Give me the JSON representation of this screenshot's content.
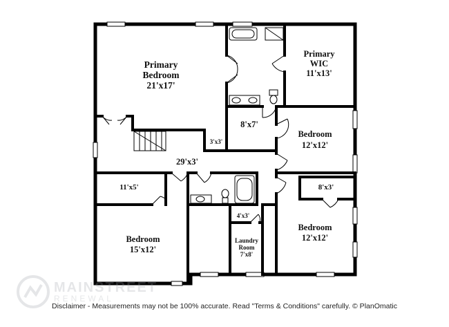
{
  "rooms": {
    "primary_bedroom": {
      "name_line1": "Primary",
      "name_line2": "Bedroom",
      "size": "21'x17'"
    },
    "primary_wic": {
      "name_line1": "Primary",
      "name_line2": "WIC",
      "size": "11'x13'"
    },
    "bath_closet": {
      "size": "8'x7'"
    },
    "bedroom_ne": {
      "name": "Bedroom",
      "size": "12'x12'"
    },
    "small_closet": {
      "size": "3'x3'"
    },
    "hallway": {
      "size": "29'x3'"
    },
    "closet_w": {
      "size": "11'x5'"
    },
    "closet_e": {
      "size": "8'x3'"
    },
    "linen": {
      "size": "4'x3'"
    },
    "bedroom_sw": {
      "name": "Bedroom",
      "size": "15'x12'"
    },
    "laundry": {
      "name_line1": "Laundry",
      "name_line2": "Room",
      "size": "7'x8'"
    },
    "bedroom_se": {
      "name": "Bedroom",
      "size": "12'x12'"
    }
  },
  "watermark": {
    "line1": "MAINSTREET",
    "line2": "RENEWAL"
  },
  "disclaimer": "Disclaimer - Measurements may not be 100% accurate. Read \"Terms & Conditions\" carefully. © PlanOmatic"
}
